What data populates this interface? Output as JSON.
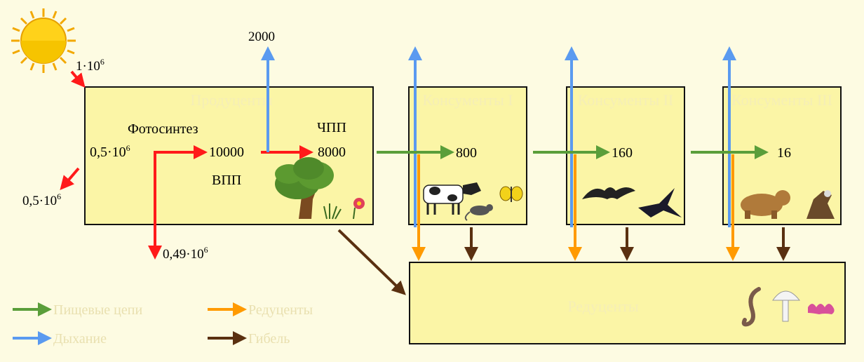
{
  "colors": {
    "background": "#fdfbe2",
    "box_fill": "#fbf5a6",
    "box_stroke": "#111111",
    "producer_flow": "#ff1a1a",
    "food_chain_flow": "#5a9e3a",
    "respiration_flow": "#5a9af0",
    "decomposer_flow": "#ff9a00",
    "death_flow": "#5a3010",
    "sun": "#f2c400"
  },
  "icons": [
    "sun-icon",
    "tree-icon",
    "grass-icon",
    "flower-icon",
    "cow-icon",
    "mouse-icon",
    "butterfly-icon",
    "bat-icon",
    "swallow-icon",
    "bear-icon",
    "eagle-icon",
    "worm-icon",
    "mushroom-icon",
    "bacteria-icon"
  ],
  "diagram": {
    "sun_energy": "1·10",
    "sun_energy_exp": "6",
    "reflected_energy": "0,5·10",
    "reflected_energy_exp": "6",
    "absorbed_energy": "0,5·10",
    "absorbed_energy_exp": "6",
    "heat_loss": "0,49·10",
    "heat_loss_exp": "6",
    "photosynthesis_label": "Фотосинтез",
    "gpp_label": "ВПП",
    "npp_label": "ЧПП",
    "gpp_value": "10000",
    "npp_value": "8000",
    "producer_respiration": "2000",
    "producers_title": "Продуценты",
    "consumer1_title": "Консументы I",
    "consumer1_value": "800",
    "consumer2_title": "Консументы II",
    "consumer2_value": "160",
    "consumer3_title": "Консументы III",
    "consumer3_value": "16",
    "decomposers_title": "Редуценты",
    "legend": {
      "food_chain": "Пищевые цепи",
      "respiration": "Дыхание",
      "decomposers": "Редуценты",
      "death": "Гибель"
    }
  }
}
